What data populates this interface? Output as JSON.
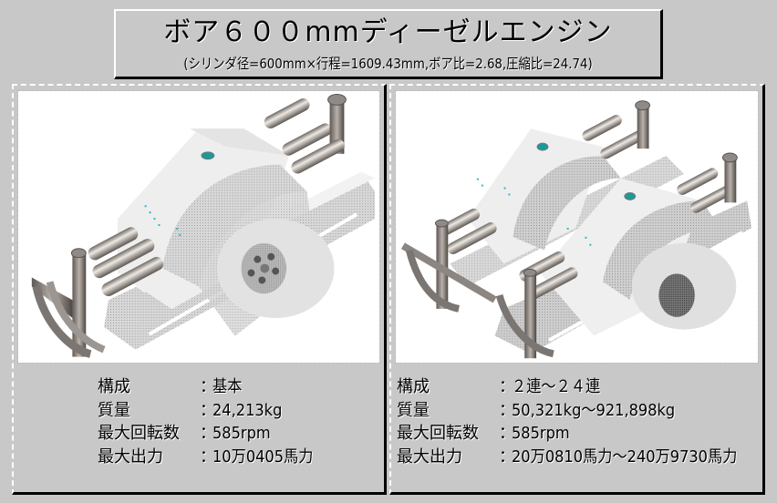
{
  "header": {
    "title": "ボア６００mmディーゼルエンジン",
    "subtitle": "(シリンダ径=600mm×行程=1609.43mm,ボア比=2.68,圧縮比=24.74)"
  },
  "panels": [
    {
      "id": "basic",
      "image_alt": "single-engine-render",
      "specs": [
        {
          "label": "構成",
          "sep": "：",
          "value": "基本"
        },
        {
          "label": "質量",
          "sep": "：",
          "value": "24,213kg"
        },
        {
          "label": "最大回転数",
          "sep": "：",
          "value": "585rpm"
        },
        {
          "label": "最大出力",
          "sep": "：",
          "value": "10万0405馬力"
        }
      ]
    },
    {
      "id": "multi",
      "image_alt": "twin-engine-render",
      "specs": [
        {
          "label": "構成",
          "sep": "：",
          "value": "２連～２４連"
        },
        {
          "label": "質量",
          "sep": "：",
          "value": "50,321kg～921,898kg"
        },
        {
          "label": "最大回転数",
          "sep": "：",
          "value": "585rpm"
        },
        {
          "label": "最大出力",
          "sep": "：",
          "value": "20万0810馬力～240万9730馬力"
        }
      ]
    }
  ],
  "colors": {
    "background": "#c8c8c8",
    "image_bg": "#ffffff",
    "border_dark": "#000000",
    "border_light": "#ffffff",
    "accent_teal": "#1a9a9a",
    "metal": "#8a8480"
  }
}
